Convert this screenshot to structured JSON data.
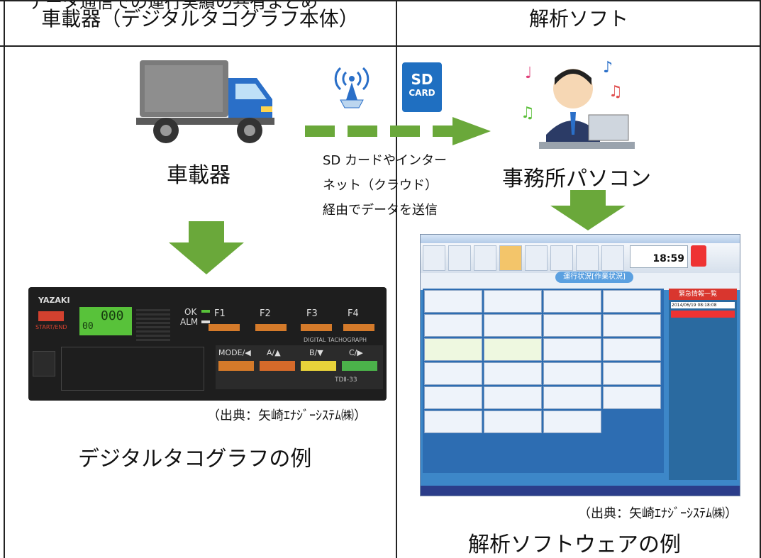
{
  "top_partial_text": "データ通信での運行実績の共有まとめ",
  "header": {
    "left": "車載器（デジタルタコグラフ本体）",
    "right": "解析ソフト"
  },
  "left": {
    "truck_label": "車載器",
    "credit": "（出典：矢崎ｴﾅｼﾞｰｼｽﾃﾑ㈱）",
    "example_caption": "デジタルタコグラフの例",
    "device": {
      "brand": "YAZAKI",
      "start_end": "START/END",
      "display_big": "000",
      "display_small": "00",
      "ok": "OK",
      "alm": "ALM",
      "f_keys": [
        "F1",
        "F2",
        "F3",
        "F4"
      ],
      "digital_tacho": "DIGITAL TACHOGRAPH",
      "mode_keys": [
        "MODE/◀",
        "A/▲",
        "B/▼",
        "C/▶"
      ],
      "model": "TDⅡ-33"
    }
  },
  "middle": {
    "wireless_icon": "wireless-antenna-icon",
    "sd_card_line1": "SD",
    "sd_card_line2": "CARD",
    "transfer_text_1": "SD カードやインター",
    "transfer_text_2": "ネット（クラウド）",
    "transfer_text_3": "経由でデータを送信"
  },
  "right": {
    "office_label": "事務所パソコン",
    "credit": "（出典：矢崎ｴﾅｼﾞｰｼｽﾃﾑ㈱）",
    "example_caption": "解析ソフトウェアの例",
    "software": {
      "title": "運行状況[作業状況]",
      "clock": "18:59",
      "alert_title": "緊急情報一覧",
      "alert_time": "2014/06/19 08:18:08"
    }
  },
  "colors": {
    "arrow_green": "#6aa83a",
    "sd_blue": "#1f6fc1",
    "truck_gray": "#7b7b7b",
    "truck_blue": "#2a6fc8"
  }
}
